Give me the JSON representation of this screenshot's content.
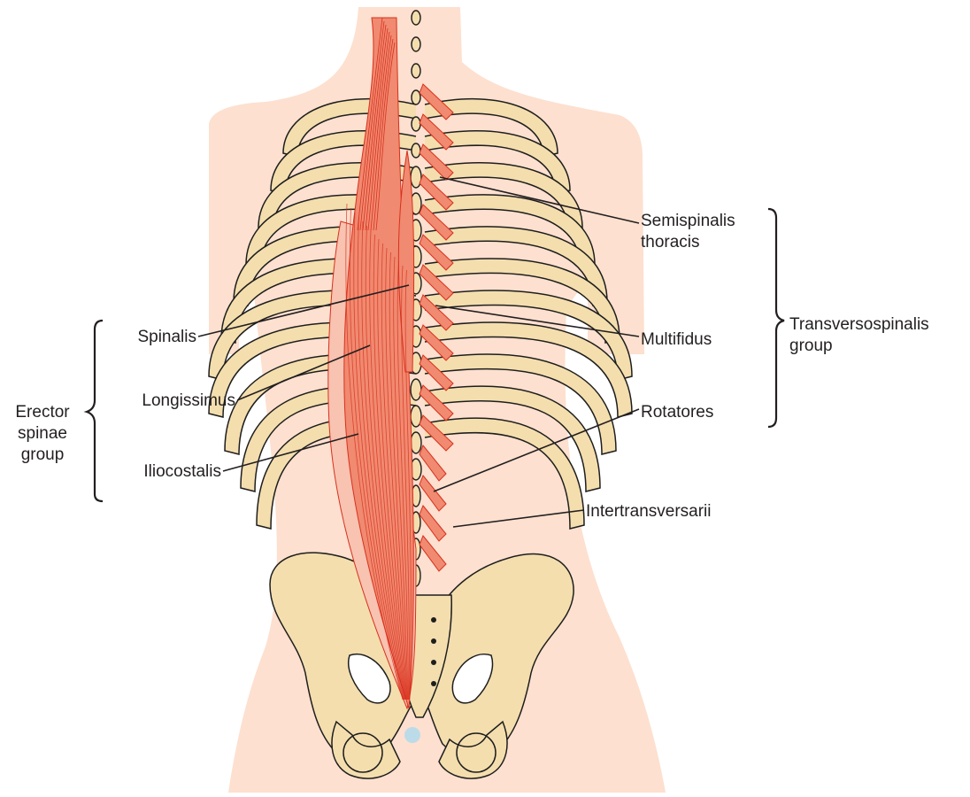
{
  "colors": {
    "skin": "#fde0cf",
    "bone": "#f4deae",
    "bone_outline": "#1e1e1e",
    "muscle": "#f08a70",
    "muscle_line": "#d8301e",
    "muscle_pale": "#f8c3b0",
    "leader": "#231f20",
    "coccyx": "#bcdbe8"
  },
  "labels": {
    "semispinalis": "Semispinalis\nthoracis",
    "multifidus": "Multifidus",
    "rotatores": "Rotatores",
    "intertransversarii": "Intertransversarii",
    "spinalis": "Spinalis",
    "longissimus": "Longissimus",
    "iliocostalis": "Iliocostalis",
    "erector_group": "Erector\nspinae\ngroup",
    "transverso_group": "Transversospinalis\ngroup"
  }
}
